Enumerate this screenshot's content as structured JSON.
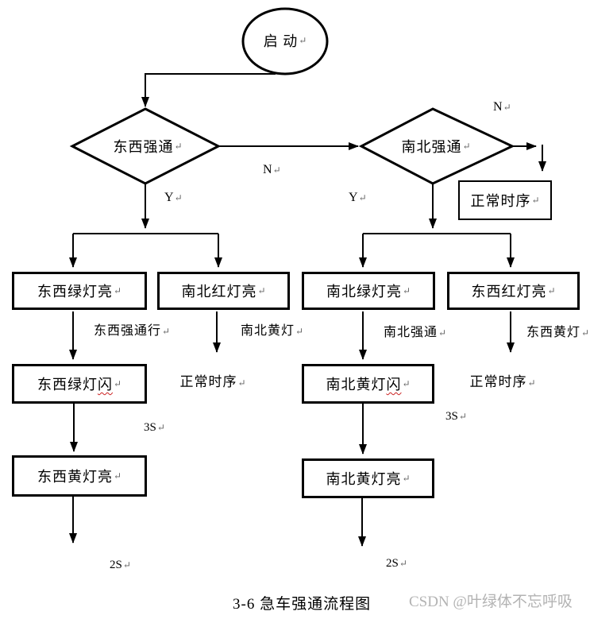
{
  "colors": {
    "line": "#000000",
    "watermark": "#b3b3b3",
    "spellcheck_squiggle": "#cc2222",
    "paragraph_mark": "#666666"
  },
  "marks": {
    "paragraph": "↵"
  },
  "nodes": {
    "start": "启 动",
    "decision_ew": "东西强通",
    "decision_ns": "南北强通",
    "normal_seq_top": "正常时序",
    "ew_green_on": "东西绿灯亮",
    "ns_red_on": "南北红灯亮",
    "ns_green_on": "南北绿灯亮",
    "ew_red_on": "东西红灯亮",
    "ew_green_flash_head": "东西绿灯",
    "ew_green_flash_tail": "闪",
    "ns_yellow_flash_head": "南北黄灯",
    "ns_yellow_flash_tail": "闪",
    "normal_seq_left": "正常时序",
    "normal_seq_right": "正常时序",
    "ew_yellow_on": "东西黄灯亮",
    "ns_yellow_on": "南北黄灯亮"
  },
  "labels": {
    "n_between": "N",
    "n_topright": "N",
    "y_left": "Y",
    "y_right": "Y",
    "ew_force_pass": "东西强通行",
    "ns_yellow": "南北黄灯",
    "ns_force": "南北强通",
    "ew_yellow": "东西黄灯",
    "s3_left": "3S",
    "s3_right": "3S",
    "s2_left": "2S",
    "s2_right": "2S"
  },
  "caption": {
    "figure": "3-6  急车强通流程图",
    "watermark": "CSDN @叶绿体不忘呼吸"
  }
}
